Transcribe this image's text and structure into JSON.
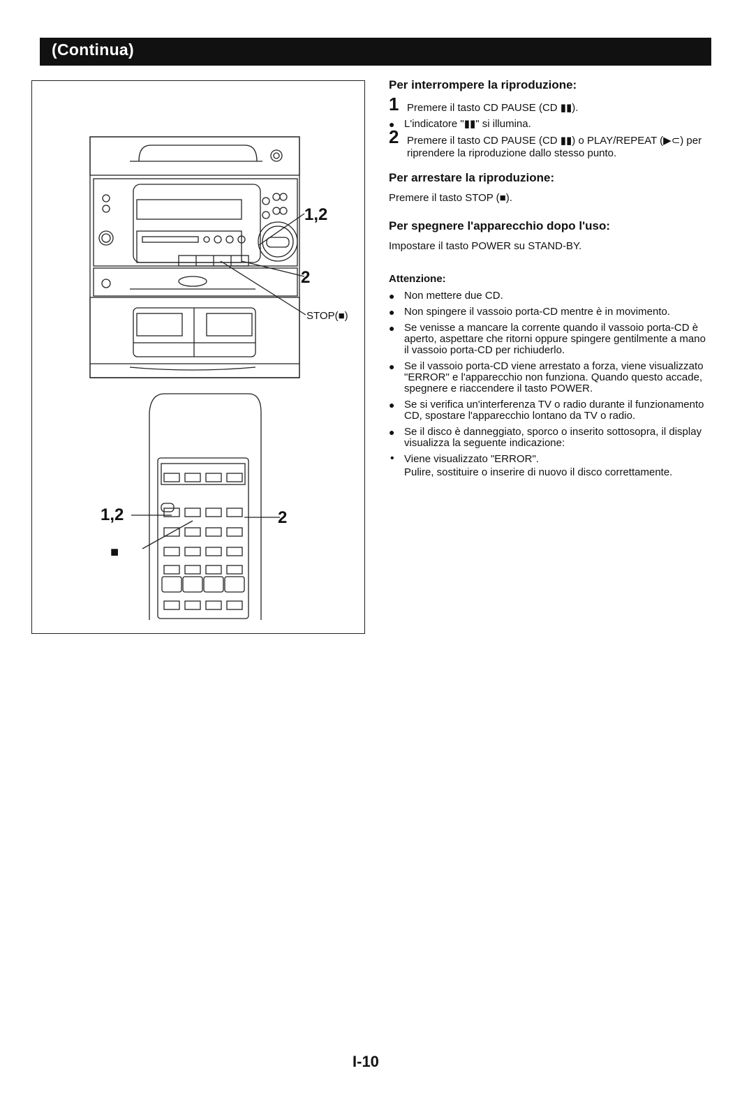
{
  "header": {
    "title": "(Continua)"
  },
  "illustration": {
    "callouts": {
      "unit_1_2": "1,2",
      "unit_2": "2",
      "unit_stop": "STOP(■)",
      "remote_1_2": "1,2",
      "remote_2": "2",
      "remote_stop": "■"
    }
  },
  "sections": {
    "interrupt": {
      "title": "Per interrompere la riproduzione:",
      "step1_num": "1",
      "step1_text": "Premere il tasto CD PAUSE (CD ▮▮).",
      "bullet1": "L'indicatore \"▮▮\" si illumina.",
      "step2_num": "2",
      "step2_text": "Premere il tasto CD PAUSE (CD ▮▮) o PLAY/REPEAT (▶⊂) per riprendere la riproduzione dallo stesso punto."
    },
    "stop": {
      "title": "Per arrestare la riproduzione:",
      "text": "Premere il tasto STOP (■)."
    },
    "power_off": {
      "title": "Per spegnere l'apparecchio dopo l'uso:",
      "text": "Impostare il tasto POWER su STAND-BY."
    },
    "attention": {
      "title": "Attenzione:",
      "items": [
        "Non mettere due CD.",
        "Non spingere il vassoio porta-CD mentre è in movimento.",
        "Se venisse a mancare la corrente quando il vassoio porta-CD è aperto, aspettare che ritorni oppure spingere gentilmente a mano il vassoio porta-CD per richiuderlo.",
        "Se il vassoio porta-CD viene arrestato a forza, viene visualizzato \"ERROR\" e l'apparecchio non funziona. Quando questo accade, spegnere e riaccendere il tasto POWER.",
        "Se si verifica un'interferenza TV o radio durante il funzionamento CD, spostare l'apparecchio lontano da TV o radio.",
        "Se il disco è danneggiato, sporco o inserito sottosopra, il display visualizza la seguente indicazione:"
      ],
      "sub_item": "Viene visualizzato \"ERROR\".",
      "sub_item_note": "Pulire, sostituire o inserire di nuovo il disco correttamente."
    }
  },
  "footer": {
    "page_number": "I-10"
  }
}
